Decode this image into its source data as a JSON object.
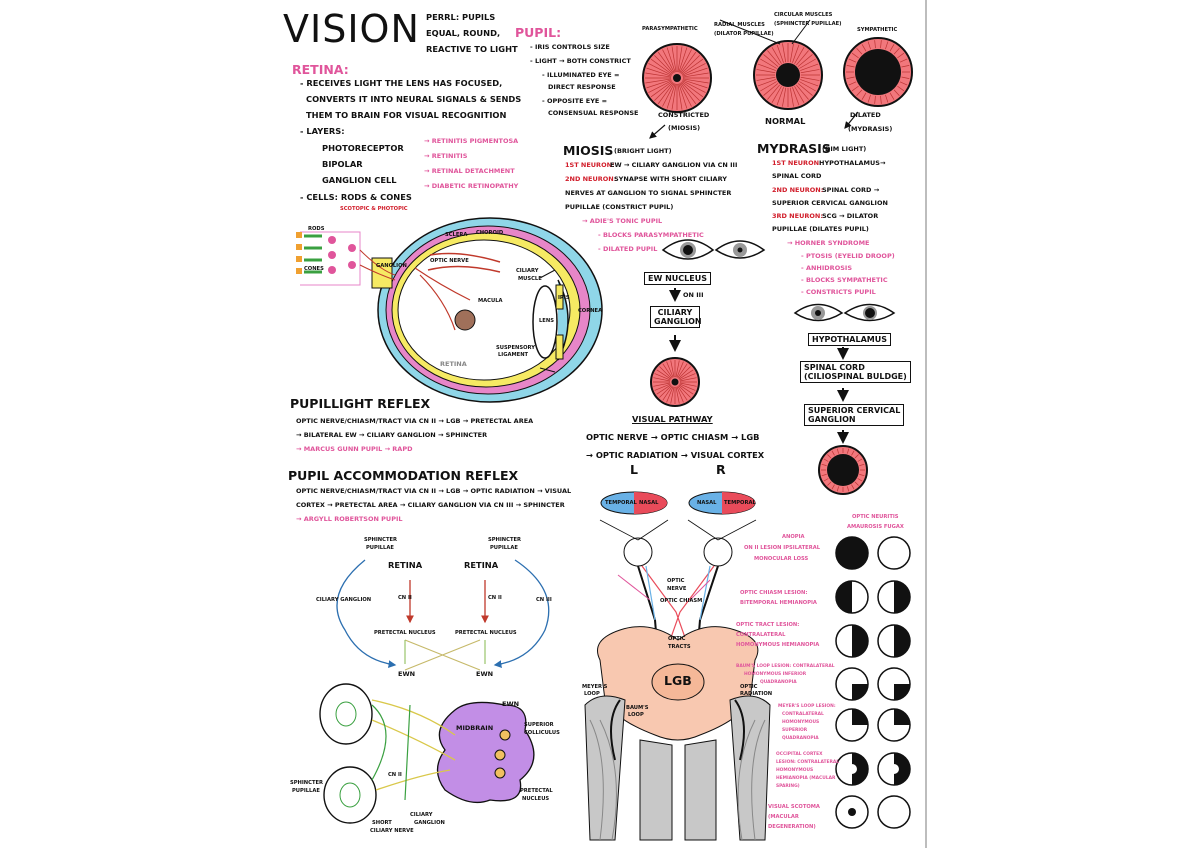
{
  "title": "VISION",
  "perrl": [
    "PERRL: PUPILS",
    "EQUAL, ROUND,",
    "REACTIVE TO LIGHT"
  ],
  "retina": {
    "heading": "RETINA:",
    "lines": [
      "- RECEIVES LIGHT THE LENS HAS FOCUSED,",
      "CONVERTS IT INTO NEURAL SIGNALS & SENDS",
      "THEM TO BRAIN FOR VISUAL RECOGNITION",
      "- LAYERS:"
    ],
    "layers": [
      "PHOTORECEPTOR",
      "BIPOLAR",
      "GANGLION CELL"
    ],
    "layer_conditions": [
      "→ RETINITIS PIGMENTOSA",
      "→ RETINITIS",
      "→ RETINAL DETACHMENT",
      "→ DIABETIC RETINOPATHY"
    ],
    "cells": "- CELLS: RODS & CONES",
    "cells_note": "SCOTOPIC & PHOTOPIC"
  },
  "pupil": {
    "heading": "PUPIL:",
    "lines": [
      "- IRIS CONTROLS SIZE",
      "- LIGHT → BOTH CONSTRICT",
      "- ILLUMINATED EYE =",
      "DIRECT RESPONSE",
      "- OPPOSITE EYE =",
      "CONSENSUAL RESPONSE"
    ]
  },
  "iris": {
    "parasympathetic": "PARASYMPATHETIC",
    "radial": [
      "RADIAL MUSCLES",
      "(DILATOR PUPILLAE)"
    ],
    "circular": [
      "CIRCULAR MUSCLES",
      "(SPHINCTER PUPILLAE)"
    ],
    "sympathetic": "SYMPATHETIC",
    "constricted": [
      "CONSTRICTED",
      "(MIOSIS)"
    ],
    "normal": "NORMAL",
    "dilated": [
      "DILATED",
      "(MYDRASIS)"
    ],
    "accent_color": "#f2777c"
  },
  "miosis": {
    "heading": "MIOSIS",
    "sub": "(BRIGHT LIGHT)",
    "n1_label": "1ST NEURON:",
    "n1_text": "EW → CILIARY GANGLION VIA CN III",
    "n2_label": "2ND NEURON:",
    "n2_lines": [
      "SYNAPSE WITH SHORT CILIARY",
      "NERVES AT GANGLION TO SIGNAL SPHINCTER",
      "PUPILLAE (CONSTRICT PUPIL)"
    ],
    "pink": [
      "→ ADIE'S TONIC PUPIL",
      "- BLOCKS PARASYMPATHETIC",
      "- DILATED PUPIL"
    ],
    "flow": [
      "EW NUCLEUS",
      "ON III",
      "CILIARY",
      "GANGLION"
    ]
  },
  "mydrasis": {
    "heading": "MYDRASIS",
    "sub": "(DIM LIGHT)",
    "n1_label": "1ST NEURON:",
    "n1_lines": [
      "HYPOTHALAMUS→",
      "SPINAL CORD"
    ],
    "n2_label": "2ND NEURON:",
    "n2_lines": [
      "SPINAL CORD →",
      "SUPERIOR CERVICAL GANGLION"
    ],
    "n3_label": "3RD NEURON:",
    "n3_lines": [
      "SCG → DILATOR",
      "PUPILLAE (DILATES PUPIL)"
    ],
    "pink": [
      "→ HORNER SYNDROME",
      "- PTOSIS (EYELID DROOP)",
      "- ANHIDROSIS",
      "- BLOCKS SYMPATHETIC",
      "- CONSTRICTS PUPIL"
    ],
    "flow": [
      "HYPOTHALAMUS",
      "SPINAL CORD",
      "(CILIOSPINAL BULDGE)",
      "SUPERIOR CERVICAL",
      "GANGLION"
    ]
  },
  "eye_labels": {
    "sclera": "SCLERA",
    "choroid": "CHOROID",
    "optic_nerve": "OPTIC NERVE",
    "ciliary_muscle": [
      "CILIARY",
      "MUSCLE"
    ],
    "macula": "MACULA",
    "lens": "LENS",
    "iris": "IRIS",
    "cornea": "CORNEA",
    "suspensory": [
      "SUSPENSORY",
      "LIGAMENT"
    ],
    "retina": "RETINA",
    "rods": "RODS",
    "cones": "CONES",
    "ganglion": "GANGLION"
  },
  "pupil_light_reflex": {
    "heading": "PUPILLIGHT REFLEX",
    "lines": [
      "OPTIC NERVE/CHIASM/TRACT VIA CN II → LGB → PRETECTAL AREA",
      "→ BILATERAL EW → CILIARY GANGLION → SPHINCTER"
    ],
    "pink": "→ MARCUS GUNN PUPIL → RAPD"
  },
  "accommodation": {
    "heading": "PUPIL ACCOMMODATION REFLEX",
    "lines": [
      "OPTIC NERVE/CHIASM/TRACT VIA CN II → LGB → OPTIC RADIATION → VISUAL",
      "CORTEX → PRETECTAL AREA → CILIARY GANGLION VIA CN III → SPHINCTER"
    ],
    "pink": "→ ARGYLL ROBERTSON PUPIL"
  },
  "reflex_diagram": {
    "sphincter": [
      "SPHINCTER",
      "PUPILLAE"
    ],
    "retina": "RETINA",
    "ciliary_ganglion": "CILIARY GANGLION",
    "cn2": "CN II",
    "cn3": "CN III",
    "pretectal": "PRETECTAL NUCLEUS",
    "ewn": "EWN"
  },
  "brain_diagram": {
    "ewn": "EWN",
    "midbrain": "MIDBRAIN",
    "superior_colliculus": [
      "SUPERIOR",
      "COLLICULUS"
    ],
    "cn2": "CN II",
    "pretectal": [
      "PRETECTAL",
      "NUCLEUS"
    ],
    "sphincter": [
      "SPHINCTER",
      "PUPILLAE"
    ],
    "ciliary": [
      "CILIARY",
      "GANGLION"
    ],
    "short": [
      "SHORT",
      "CILIARY NERVE"
    ]
  },
  "visual_pathway": {
    "heading": "VISUAL PATHWAY",
    "line1": "OPTIC NERVE → OPTIC CHIASM → LGB",
    "line2": "→ OPTIC RADIATION → VISUAL CORTEX",
    "left": "L",
    "right": "R",
    "temporal": "TEMPORAL",
    "nasal": "NASAL",
    "labels": {
      "optic_nerve": [
        "OPTIC",
        "NERVE"
      ],
      "optic_chiasm": "OPTIC CHIASM",
      "optic_tracts": [
        "OPTIC",
        "TRACTS"
      ],
      "lgb": "LGB",
      "meyers_loop": [
        "MEYER'S",
        "LOOP"
      ],
      "optic_radiation": [
        "OPTIC",
        "RADIATION"
      ],
      "baums_loop": [
        "BAUM'S",
        "LOOP"
      ]
    }
  },
  "lesions": {
    "optic_neuritis": [
      "OPTIC NEURITIS",
      "AMAUROSIS FUGAX"
    ],
    "anopia": [
      "ANOPIA",
      "ON II LESION IPSILATERAL",
      "MONOCULAR LOSS"
    ],
    "chiasm": [
      "OPTIC CHIASM LESION:",
      "BITEMPORAL HEMIANOPIA"
    ],
    "tract": [
      "OPTIC TRACT LESION:",
      "CONTRALATERAL",
      "HOMONYMOUS HEMIANOPIA"
    ],
    "baums": [
      "BAUM'S LOOP LESION: CONTRALATERAL",
      "HOMONYMOUS INFERIOR",
      "QUADRANOPIA"
    ],
    "meyers": [
      "MEYER'S LOOP LESION:",
      "CONTRALATERAL",
      "HOMONYMOUS",
      "SUPERIOR",
      "QUADRANOPIA"
    ],
    "cortex": [
      "OCCIPITAL CORTEX",
      "LESION: CONTRALATERAL",
      "HOMONYMOUS",
      "HEMIANOPIA (MACULAR",
      "SPARING)"
    ],
    "scotoma": [
      "VISUAL SCOTOMA",
      "(MACULAR",
      "DEGENERATION)"
    ]
  }
}
